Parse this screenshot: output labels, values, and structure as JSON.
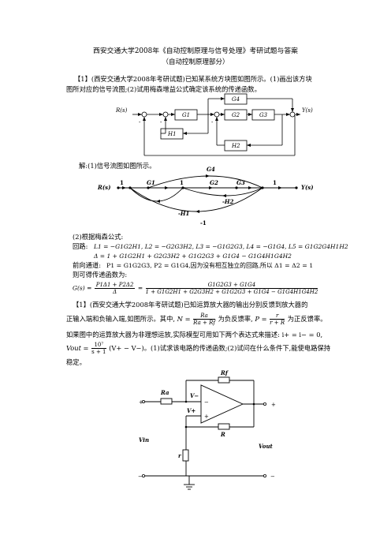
{
  "header": {
    "title": "西安交通大学2008年《自动控制原理与信号处理》考研试题与答案",
    "subtitle": "（自动控制原理部分）"
  },
  "q1": {
    "line1": "【1】(西安交通大学2008年考研试题)已知某系统方块图如图所示。(1)画出该方块",
    "line2": "图所对应的信号流图;(2)试用梅森增益公式确定该系统的传递函数。"
  },
  "block_diagram": {
    "input": "R(s)",
    "output": "Y(s)",
    "blocks": [
      "G1",
      "G2",
      "G3",
      "G4",
      "H1",
      "H2"
    ],
    "signs": [
      "-",
      "-",
      "-"
    ]
  },
  "solution": {
    "intro": "解:(1)信号流图如图所示。",
    "sfg": {
      "input": "R(s)",
      "output": "Y(s)",
      "unit_gain": "1",
      "g1": "G1",
      "g2": "G2",
      "g3": "G3",
      "g4": "G4",
      "h1": "-H1",
      "h2": "-H2",
      "neg1": "-1"
    },
    "step2": "(2)根据梅森公式:",
    "loops_label": "回路:",
    "loops": "L1 = −G1G2H1, L2 = −G2G3H2, L3 = −G1G2G3, L4 = −G1G4, L5 = G1G2G4H1H2",
    "delta": "Δ = 1 + G1G2H1 + G2G3H2 + G1G2G3 + G1G4 − G1G4H1G4H2",
    "forward_label": "前向通道:",
    "forward": "P1 = G1G2G3,  P2 = G1G4,因为没有相互独立的回路,所以 Δ1 = Δ2 = 1",
    "tf_intro": "则可得传递函数为:",
    "tf_lhs": "G(s) =",
    "tf_num1": "P1Δ1 + P2Δ2",
    "tf_den1": "Δ",
    "tf_eq": "=",
    "tf_num2": "G1G2G3 + G1G4",
    "tf_den2": "1 + G1G2H1 + G2G3H2 + G1G2G3 + G1G4 − G1G4H1G4H2"
  },
  "q2": {
    "line1": "【1】(西安交通大学2008年考研试题)已知运算放大器的输出分别反馈到放大器的",
    "line2_a": "正输入端和负输入端,如图所示。其中,",
    "N_lhs": "N =",
    "N_num": "Ra",
    "N_den": "Ra + Rf",
    "line2_b": "为负反馈率,",
    "P_lhs": "P =",
    "P_num": "r",
    "P_den": "r + R",
    "line2_c": "为正反馈率。",
    "line3": "如果图中的运算放大器为非理想运放,实际模型可用如下两个表达式来描述:  i+ = i− = 0,",
    "vout_lhs": "Vout =",
    "vout_num": "10⁷",
    "vout_den": "s + 1",
    "vout_rhs": "(V+ − V−)。(1)试求该电路的传递函数;(2)试问在什么条件下,能使电路保持",
    "line5": "稳定。"
  },
  "circuit": {
    "rf": "Rf",
    "ra": "Ra",
    "vminus": "V−",
    "vplus": "V+",
    "minus_sign": "−",
    "plus_sign": "+",
    "r_big": "R",
    "r_small": "r",
    "vin": "Vin",
    "vout": "Vout",
    "term_plus": "+",
    "term_minus": "−"
  }
}
